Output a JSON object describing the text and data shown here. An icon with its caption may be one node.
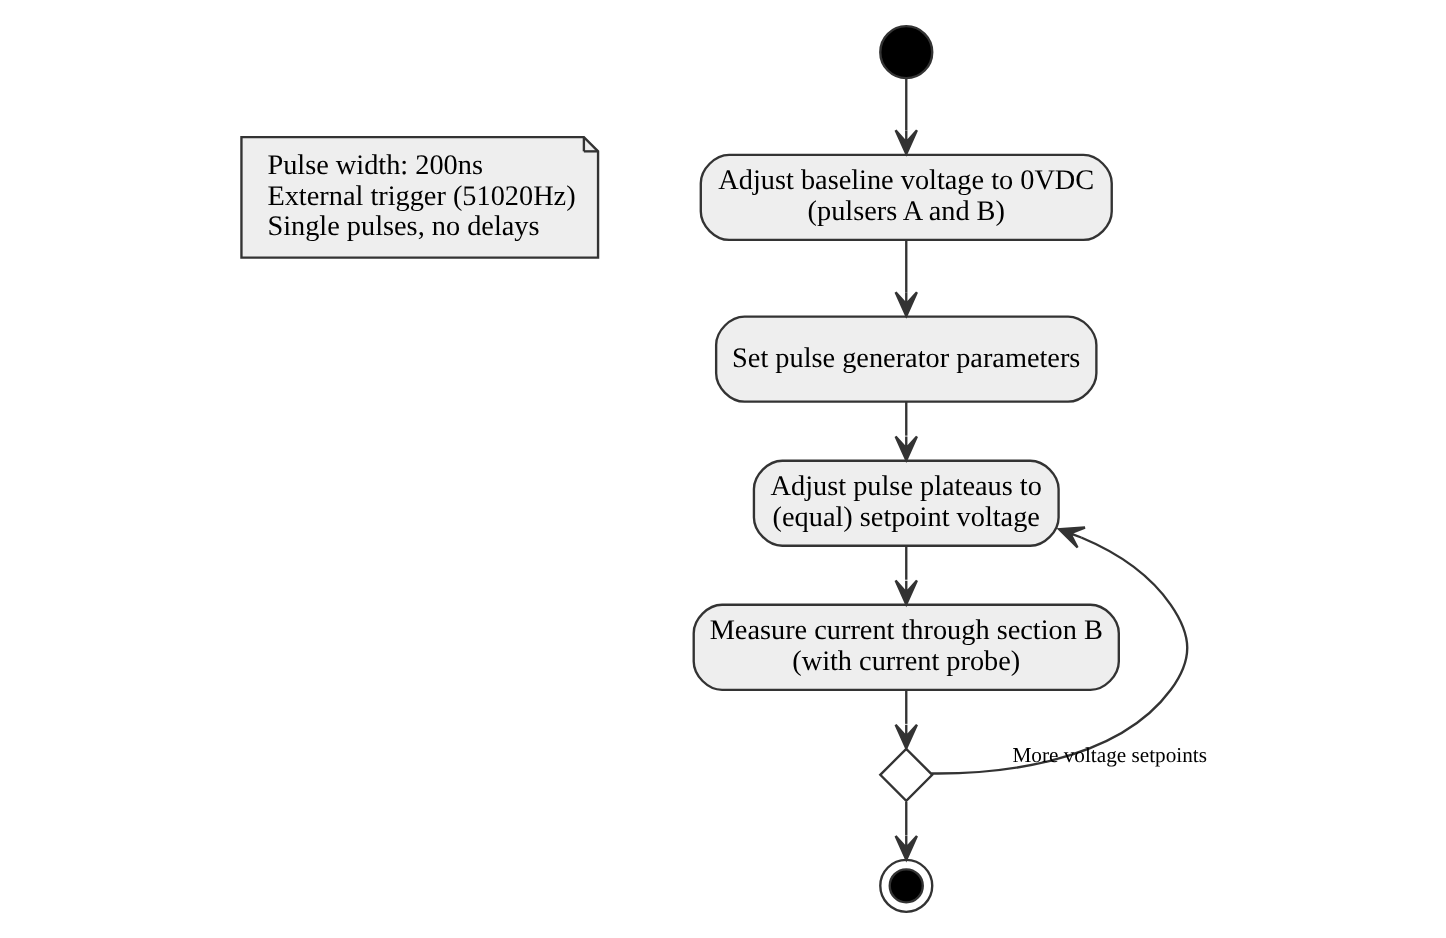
{
  "diagram": {
    "nodes": [
      {
        "text": [],
        "shape": "circle"
      },
      {
        "text": [
          "Adjust baseline voltage to 0VDC (pulsers A and B)"
        ]
      },
      {
        "text": [
          "Set pulse generator parameters"
        ]
      },
      {
        "text": [
          "Adjust pulse plateaus to (equal) setpoint voltage"
        ]
      },
      {
        "text": [
          "Measure current through section B (with current probe)"
        ]
      },
      {
        "text": [],
        "shape": "diamond"
      },
      {
        "text": [],
        "shape": "circle"
      },
      {
        "text": [
          "Pulse width: 200ns",
          "External trigger (51020Hz)",
          "Single pulses, no delays"
        ]
      }
    ],
    "edges": [
      {
        "from": 0,
        "to": 1,
        "arrow": "to"
      },
      {
        "from": 1,
        "to": 2,
        "arrow": "to"
      },
      {
        "from": 2,
        "to": 3,
        "arrow": "to"
      },
      {
        "from": 3,
        "to": 4,
        "arrow": "to"
      },
      {
        "from": 4,
        "to": 5,
        "arrow": "to"
      },
      {
        "from": 5,
        "to": 6,
        "arrow": "to"
      },
      {
        "from": 5,
        "to": 3,
        "arrow": "to",
        "label": "More voltage setpoints"
      }
    ]
  }
}
